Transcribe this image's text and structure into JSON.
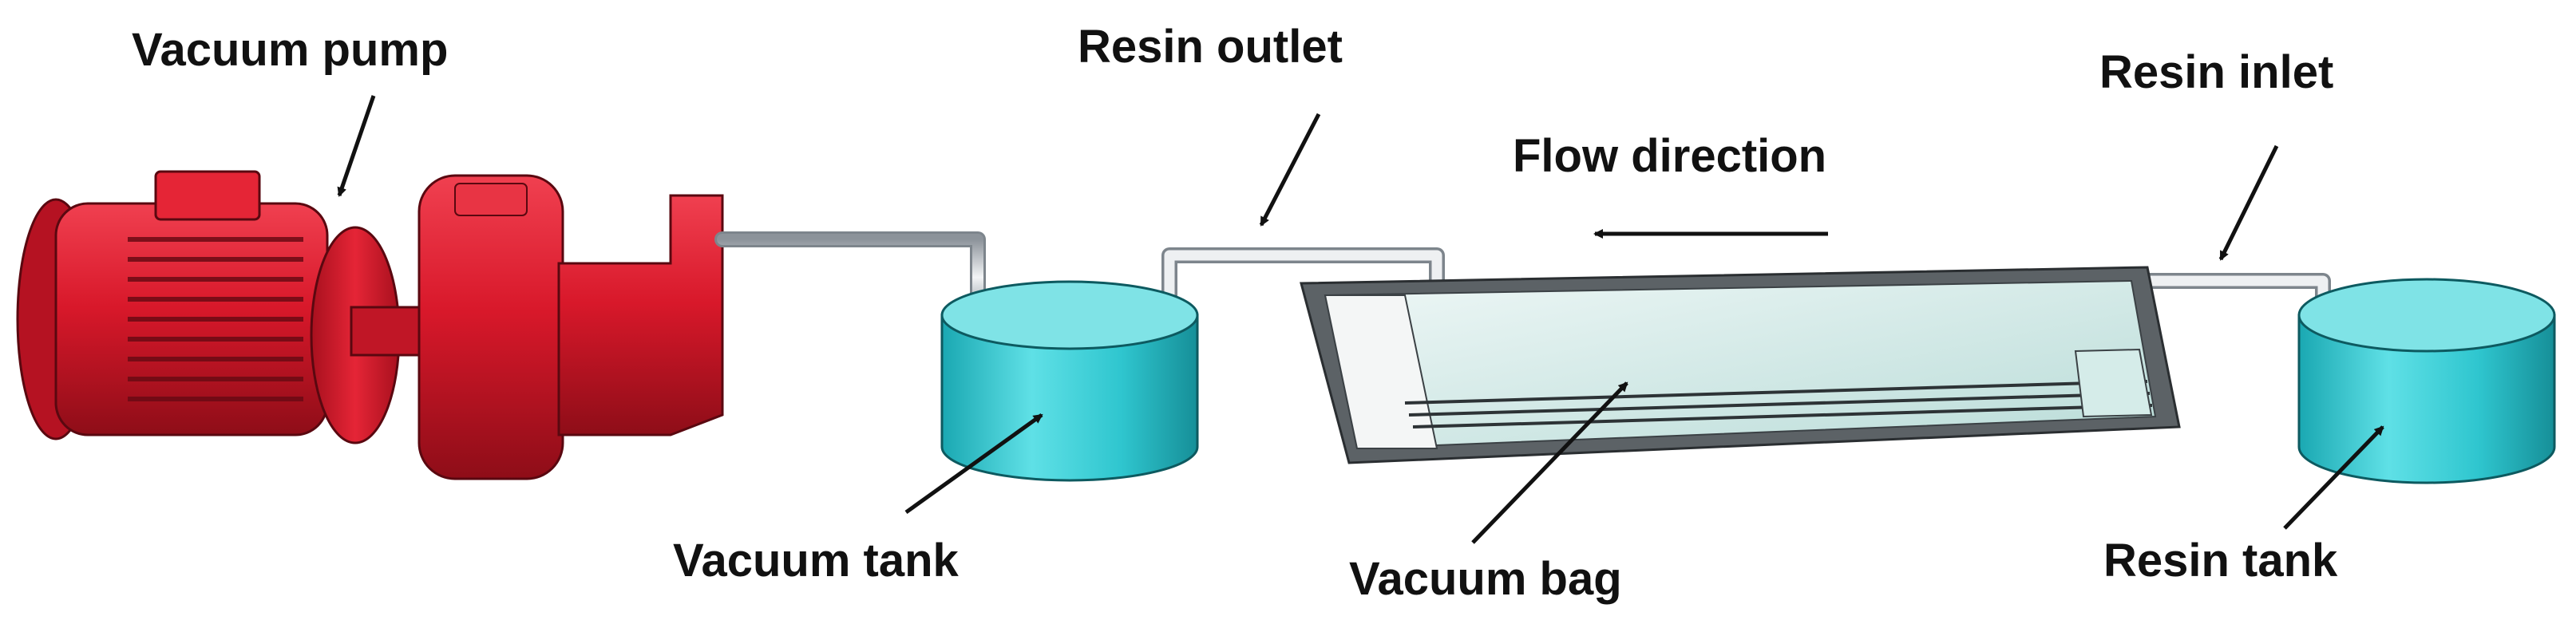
{
  "labels": {
    "vacuum_pump": "Vacuum pump",
    "resin_outlet": "Resin outlet",
    "resin_inlet": "Resin inlet",
    "flow_direction": "Flow direction",
    "vacuum_tank": "Vacuum tank",
    "vacuum_bag": "Vacuum bag",
    "resin_tank": "Resin tank"
  },
  "colors": {
    "pump_red": "#d8182a",
    "pump_dark": "#8e0d18",
    "tank_cyan": "#2fc6cf",
    "tank_top": "#7fe3e6",
    "tube": "#d9dde2",
    "bag_frame": "#555b60",
    "bag_glass": "#cfe7e4"
  }
}
